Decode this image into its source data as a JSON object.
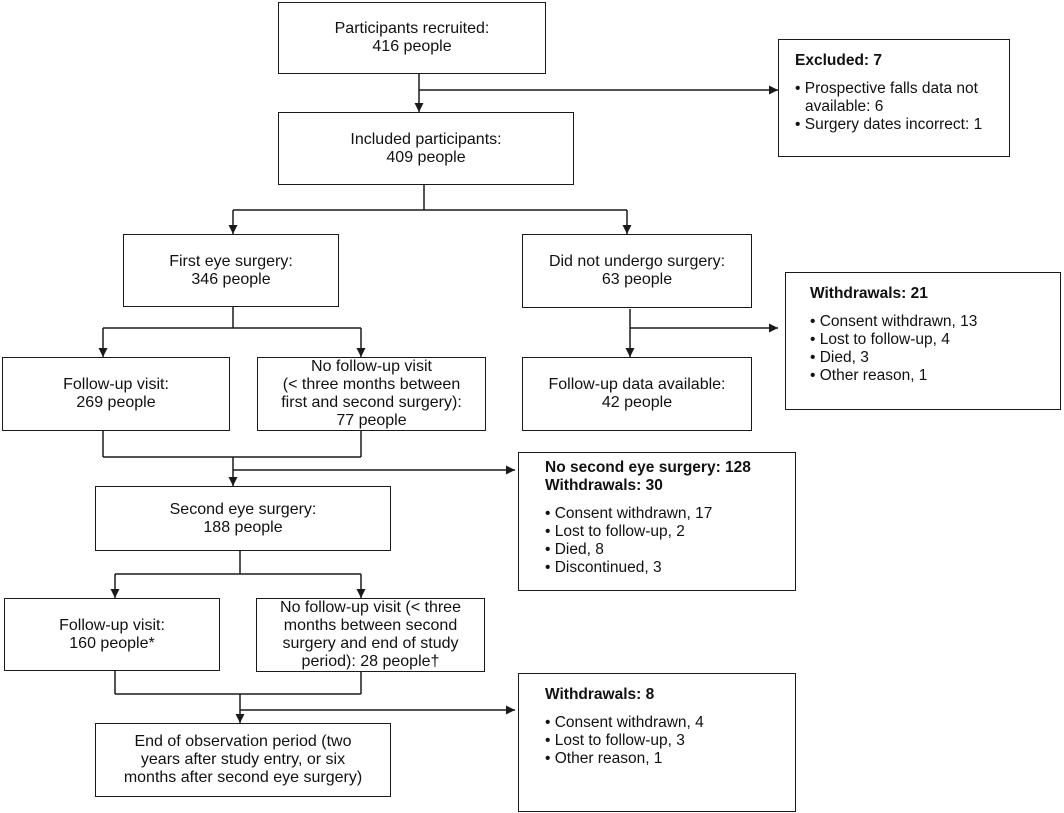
{
  "nodes": {
    "recruited": {
      "label": "Participants recruited:",
      "count": "416 people"
    },
    "included": {
      "label": "Included participants:",
      "count": "409 people"
    },
    "first_surgery": {
      "label": "First eye surgery:",
      "count": "346 people"
    },
    "no_surgery": {
      "label": "Did not undergo surgery:",
      "count": "63 people"
    },
    "followup1": {
      "label": "Follow-up visit:",
      "count": "269 people"
    },
    "no_followup1": {
      "line1": "No follow-up visit",
      "line2": "(< three months between",
      "line3": "first and second surgery):",
      "count": "77 people"
    },
    "followup_data": {
      "label": "Follow-up data available:",
      "count": "42 people"
    },
    "second_surgery": {
      "label": "Second eye surgery:",
      "count": "188 people"
    },
    "followup2": {
      "label": "Follow-up visit:",
      "count": "160 people*"
    },
    "no_followup2": {
      "line1": "No follow-up visit (< three",
      "line2": "months between second",
      "line3": "surgery and end of study",
      "line4": "period): 28 people†"
    },
    "end_observation": {
      "line1": "End of observation period (two",
      "line2": "years after study entry, or six",
      "line3": "months after second eye surgery)"
    }
  },
  "side_boxes": {
    "excluded": {
      "title": "Excluded: 7",
      "items": [
        "Prospective falls data not available: 6",
        "Surgery dates incorrect: 1"
      ]
    },
    "withdrawals_21": {
      "title": "Withdrawals: 21",
      "items": [
        "Consent withdrawn, 13",
        "Lost to follow-up, 4",
        "Died, 3",
        "Other reason, 1"
      ]
    },
    "withdrawals_30": {
      "title0": "No second eye surgery: 128",
      "title": "Withdrawals: 30",
      "items": [
        "Consent withdrawn, 17",
        "Lost to follow-up, 2",
        "Died, 8",
        "Discontinued, 3"
      ]
    },
    "withdrawals_8": {
      "title": "Withdrawals: 8",
      "items": [
        "Consent withdrawn, 4",
        "Lost to follow-up, 3",
        "Other reason, 1"
      ]
    }
  }
}
